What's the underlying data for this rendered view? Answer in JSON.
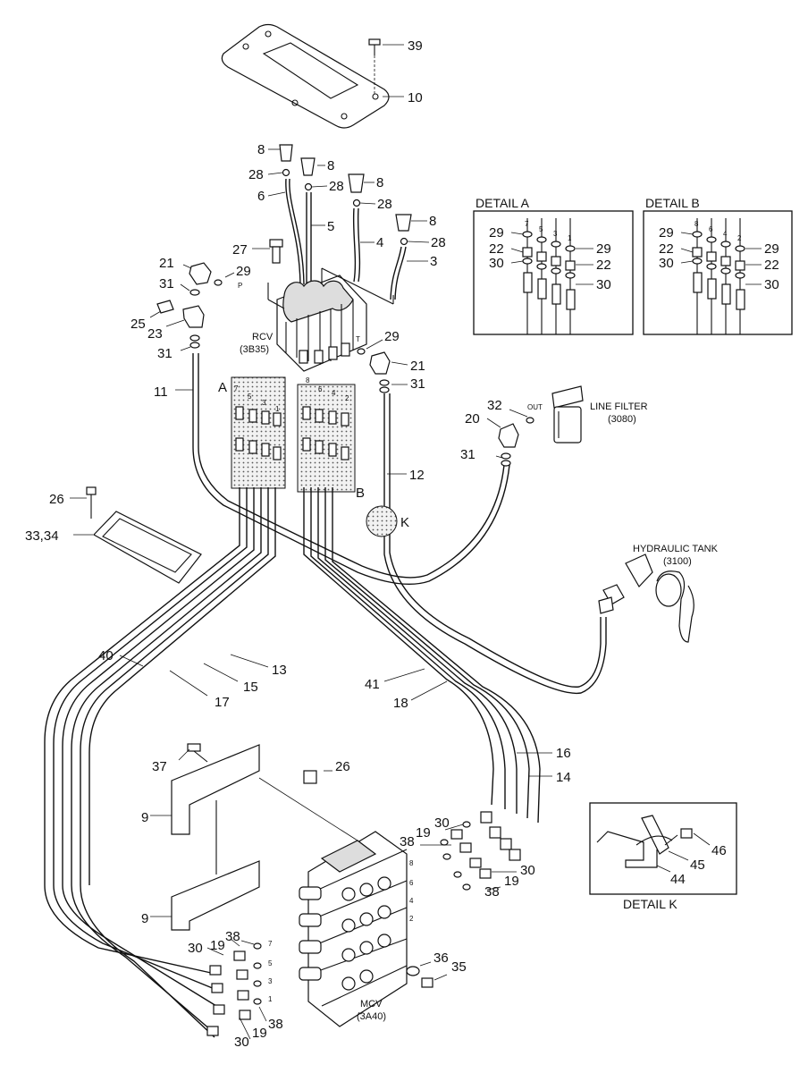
{
  "callouts": {
    "c39": "39",
    "c10": "10",
    "c8a": "8",
    "c8b": "8",
    "c8c": "8",
    "c8d": "8",
    "c28a": "28",
    "c28b": "28",
    "c28c": "28",
    "c28d": "28",
    "c6": "6",
    "c5": "5",
    "c4": "4",
    "c3": "3",
    "c27": "27",
    "c21a": "21",
    "c29a": "29",
    "c31a": "31",
    "c25": "25",
    "c23": "23",
    "c31b": "31",
    "c29b": "29",
    "c21b": "21",
    "c31c": "31",
    "c11": "11",
    "c12": "12",
    "c32": "32",
    "c20": "20",
    "c31d": "31",
    "c26a": "26",
    "c3334": "33,34",
    "c40": "40",
    "c17": "17",
    "c15": "15",
    "c13": "13",
    "c41": "41",
    "c18": "18",
    "c16": "16",
    "c14": "14",
    "c37": "37",
    "c26b": "26",
    "c9a": "9",
    "c9b": "9",
    "c30a": "30",
    "c19a": "19",
    "c38a": "38",
    "c30b": "30",
    "c19b": "19",
    "c38b": "38",
    "c36": "36",
    "c35": "35",
    "c30c": "30",
    "c19c": "19",
    "c38c": "38",
    "c19d": "19",
    "c38d": "38",
    "c46": "46",
    "c45": "45",
    "c44": "44",
    "dA29a": "29",
    "dA22a": "22",
    "dA30a": "30",
    "dA29b": "29",
    "dA22b": "22",
    "dA30b": "30",
    "dB29a": "29",
    "dB22a": "22",
    "dB30a": "30",
    "dB29b": "29",
    "dB22b": "22",
    "dB30b": "30"
  },
  "labels": {
    "detail_a": "DETAIL A",
    "detail_b": "DETAIL B",
    "detail_k": "DETAIL K",
    "rcv": "RCV",
    "rcv_code": "(3B35)",
    "line_filter": "LINE FILTER",
    "line_filter_code": "(3080)",
    "hydraulic_tank": "HYDRAULIC TANK",
    "hydraulic_tank_code": "(3100)",
    "mcv": "MCV",
    "mcv_code": "(3A40)",
    "marker_a": "A",
    "marker_b": "B",
    "marker_k": "K",
    "port_p": "P",
    "port_t": "T",
    "port_out": "OUT"
  },
  "port_numbers": {
    "rcv_left": [
      "7",
      "5",
      "3",
      "1"
    ],
    "rcv_right": [
      "8",
      "6",
      "4",
      "2"
    ],
    "mcv_left": [
      "7",
      "5",
      "3",
      "1"
    ],
    "mcv_right": [
      "8",
      "6",
      "4",
      "2"
    ],
    "detail_a_top": [
      "7",
      "5",
      "3",
      "1"
    ],
    "detail_b_top": [
      "8",
      "6",
      "4",
      "2"
    ]
  },
  "colors": {
    "line": "#111111",
    "background": "#ffffff",
    "fill_shade": "#dddddd"
  }
}
